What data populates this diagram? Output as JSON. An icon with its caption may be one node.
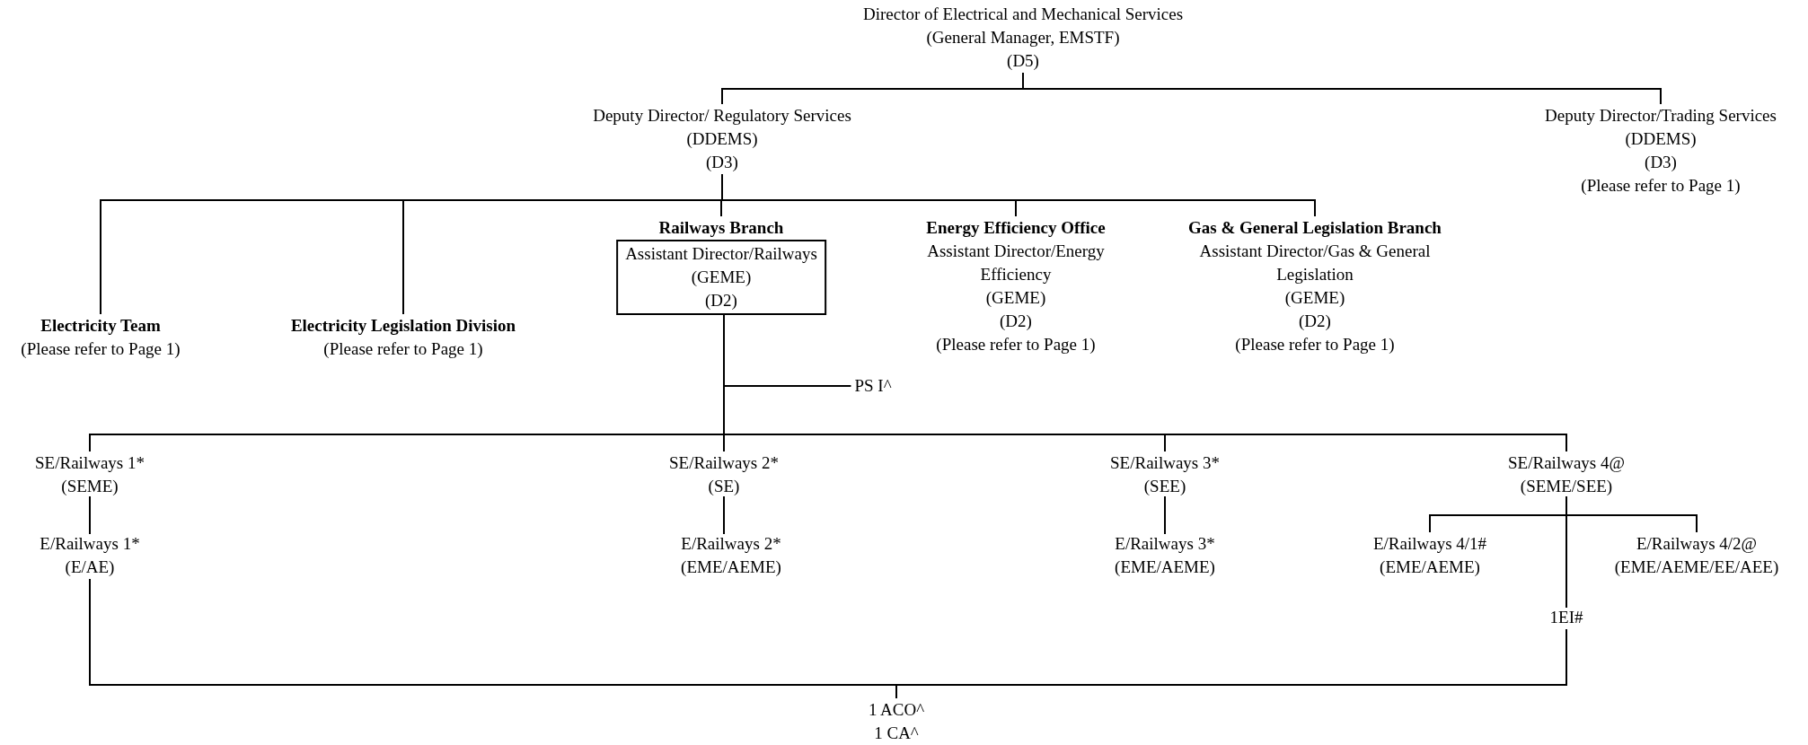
{
  "diagram": {
    "nodes": [
      {
        "text": [
          "Director of Electrical and Mechanical Services",
          "(General Manager, EMSTF)",
          "(D5)"
        ]
      },
      {
        "text": [
          "Deputy Director/ Regulatory Services",
          "(DDEMS)",
          "(D3)"
        ]
      },
      {
        "text": [
          "Deputy Director/Trading Services",
          "(DDEMS)",
          "(D3)",
          "(Please refer to Page 1)"
        ]
      },
      {
        "text": [
          "Electricity Team",
          "(Please refer to Page 1)"
        ]
      },
      {
        "text": [
          "Electricity Legislation Division",
          "(Please refer to Page 1)"
        ]
      },
      {
        "text": [
          "Railways Branch",
          "Assistant Director/Railways",
          "(GEME)",
          "(D2)"
        ]
      },
      {
        "text": [
          "Energy Efficiency Office",
          "Assistant Director/Energy Efficiency",
          "(GEME)",
          "(D2)",
          "(Please refer to Page 1)"
        ]
      },
      {
        "text": [
          "Gas & General Legislation Branch",
          "Assistant Director/Gas & General Legislation",
          "(GEME)",
          "(D2)",
          "(Please refer to Page 1)"
        ]
      },
      {
        "text": [
          "PS I^"
        ]
      },
      {
        "text": [
          "SE/Railways 1*",
          "(SEME)"
        ]
      },
      {
        "text": [
          "E/Railways 1*",
          "(E/AE)"
        ]
      },
      {
        "text": [
          "SE/Railways 2*",
          "(SE)"
        ]
      },
      {
        "text": [
          "E/Railways 2*",
          "(EME/AEME)"
        ]
      },
      {
        "text": [
          "SE/Railways 3*",
          "(SEE)"
        ]
      },
      {
        "text": [
          "E/Railways 3*",
          "(EME/AEME)"
        ]
      },
      {
        "text": [
          "SE/Railways 4@",
          "(SEME/SEE)"
        ]
      },
      {
        "text": [
          "E/Railways 4/1#",
          "(EME/AEME)"
        ]
      },
      {
        "text": [
          "E/Railways 4/2@",
          "(EME/AEME/EE/AEE)"
        ]
      },
      {
        "text": [
          "1EI#"
        ]
      },
      {
        "text": [
          "1 ACO^",
          "1 CA^"
        ]
      }
    ],
    "edges": [
      {
        "from": 0,
        "to": 1,
        "arrow": "none"
      },
      {
        "from": 0,
        "to": 2,
        "arrow": "none"
      },
      {
        "from": 1,
        "to": 3,
        "arrow": "none"
      },
      {
        "from": 1,
        "to": 4,
        "arrow": "none"
      },
      {
        "from": 1,
        "to": 5,
        "arrow": "none"
      },
      {
        "from": 1,
        "to": 6,
        "arrow": "none"
      },
      {
        "from": 1,
        "to": 7,
        "arrow": "none"
      },
      {
        "from": 5,
        "to": 8,
        "arrow": "none"
      },
      {
        "from": 5,
        "to": 9,
        "arrow": "none"
      },
      {
        "from": 5,
        "to": 11,
        "arrow": "none"
      },
      {
        "from": 5,
        "to": 13,
        "arrow": "none"
      },
      {
        "from": 5,
        "to": 15,
        "arrow": "none"
      },
      {
        "from": 9,
        "to": 10,
        "arrow": "none"
      },
      {
        "from": 11,
        "to": 12,
        "arrow": "none"
      },
      {
        "from": 13,
        "to": 14,
        "arrow": "none"
      },
      {
        "from": 15,
        "to": 16,
        "arrow": "none"
      },
      {
        "from": 15,
        "to": 17,
        "arrow": "none"
      },
      {
        "from": 15,
        "to": 18,
        "arrow": "none"
      },
      {
        "from": 10,
        "to": 19,
        "arrow": "none"
      },
      {
        "from": 18,
        "to": 19,
        "arrow": "none"
      }
    ]
  }
}
